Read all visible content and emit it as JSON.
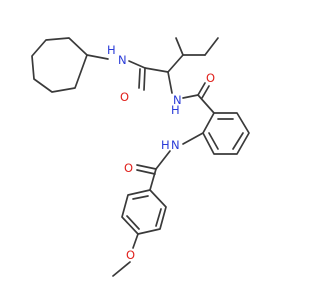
{
  "molecule": {
    "atoms": {
      "amide_n_top": "N",
      "amide_h_top": "H",
      "carbonyl_o_top": "O",
      "amide_n_mid": "N",
      "amide_h_mid": "H",
      "carbonyl_o_mid": "O",
      "amide_n_low": "N",
      "amide_h_low": "H",
      "carbonyl_o_low": "O",
      "ether_o": "O"
    },
    "colors": {
      "bond": "#3a3a3a",
      "nitrogen": "#2a3bd8",
      "oxygen": "#e0201b",
      "background": "#ffffff"
    }
  }
}
